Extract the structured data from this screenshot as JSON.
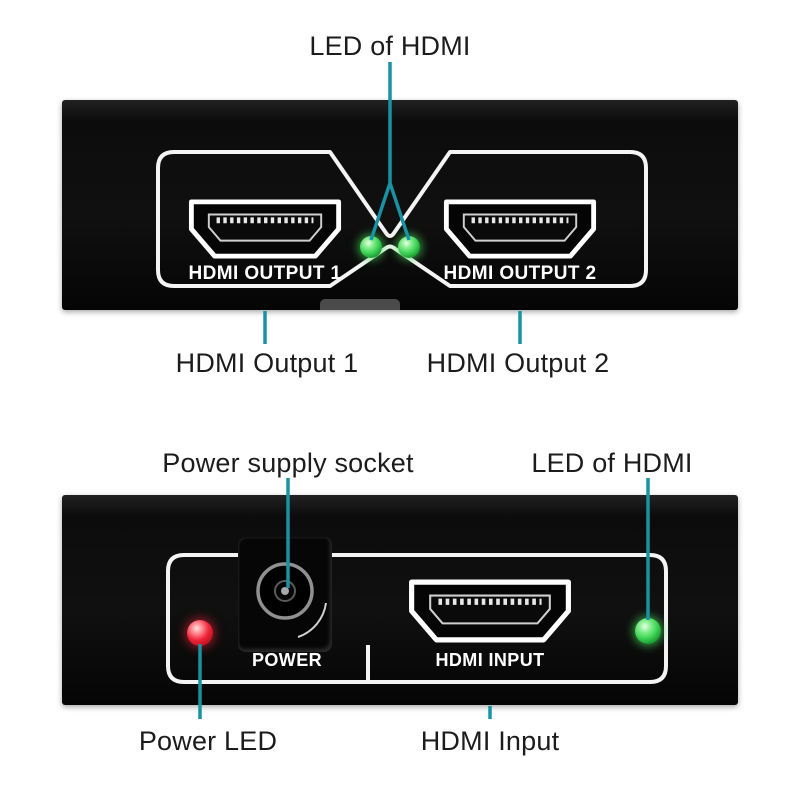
{
  "colors": {
    "callout_line": "#1992a4",
    "panel": "#0f0f0f",
    "led_green": "#3fd456",
    "led_red": "#ef2438",
    "label_text": "#1c1c1c",
    "panel_text": "#ffffff"
  },
  "top_view": {
    "led_callout": "LED of HDMI",
    "port1_label": "HDMI OUTPUT 1",
    "port2_label": "HDMI OUTPUT 2",
    "port1_callout": "HDMI Output 1",
    "port2_callout": "HDMI Output 2"
  },
  "bottom_view": {
    "power_socket_callout": "Power supply socket",
    "led_callout": "LED of HDMI",
    "power_label": "POWER",
    "hdmi_input_label": "HDMI INPUT",
    "power_led_callout": "Power LED",
    "hdmi_input_callout": "HDMI Input"
  }
}
